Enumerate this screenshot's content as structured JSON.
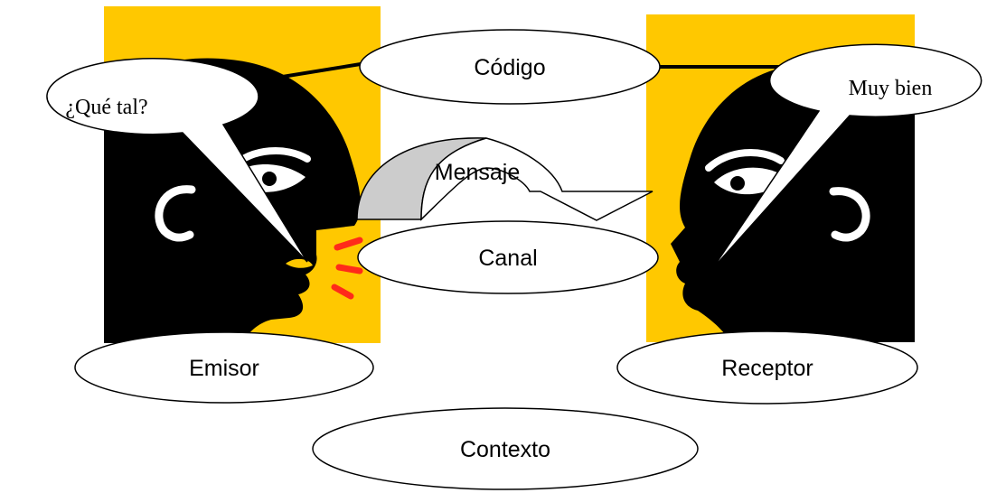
{
  "diagram": {
    "nodes": {
      "codigo": "Código",
      "mensaje": "Mensaje",
      "canal": "Canal",
      "emisor": "Emisor",
      "receptor": "Receptor",
      "contexto": "Contexto"
    },
    "speech": {
      "emisor": "¿Qué tal?",
      "receptor": "Muy bien"
    }
  },
  "colors": {
    "panel_yellow": "#FFC800",
    "head_black": "#000000",
    "eye_white": "#FFFFFF",
    "sound_red": "#FF2A1A",
    "lip_yellow": "#FFC800",
    "arrow_gray": "#CCCCCC",
    "outline": "#000000"
  }
}
